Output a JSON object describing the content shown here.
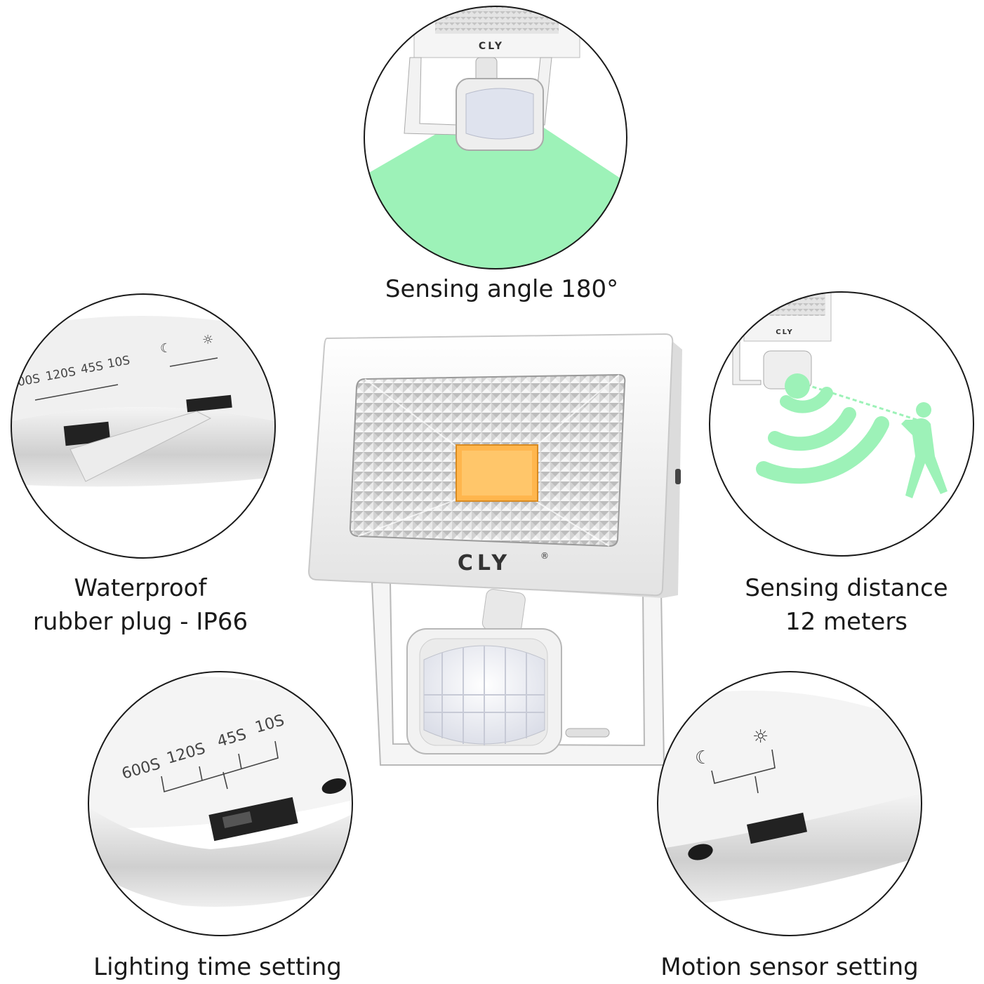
{
  "brand": {
    "logo_text": "CLY",
    "registered_mark": "®"
  },
  "captions": {
    "sensing_angle": "Sensing angle 180°",
    "waterproof_line1": "Waterproof",
    "waterproof_line2": "rubber plug - IP66",
    "sensing_distance_line1": "Sensing distance",
    "sensing_distance_line2": "12 meters",
    "lighting_time": "Lighting time setting",
    "motion_sensor": "Motion sensor setting"
  },
  "time_labels": {
    "t600": "600S",
    "t120": "120S",
    "t45": "45S",
    "t10": "10S",
    "t600_partial": "00S"
  },
  "colors": {
    "sensor_green": "#9df2b8",
    "led_amber": "#ffb64d",
    "housing": "#f7f7f7",
    "outline": "#222222"
  }
}
